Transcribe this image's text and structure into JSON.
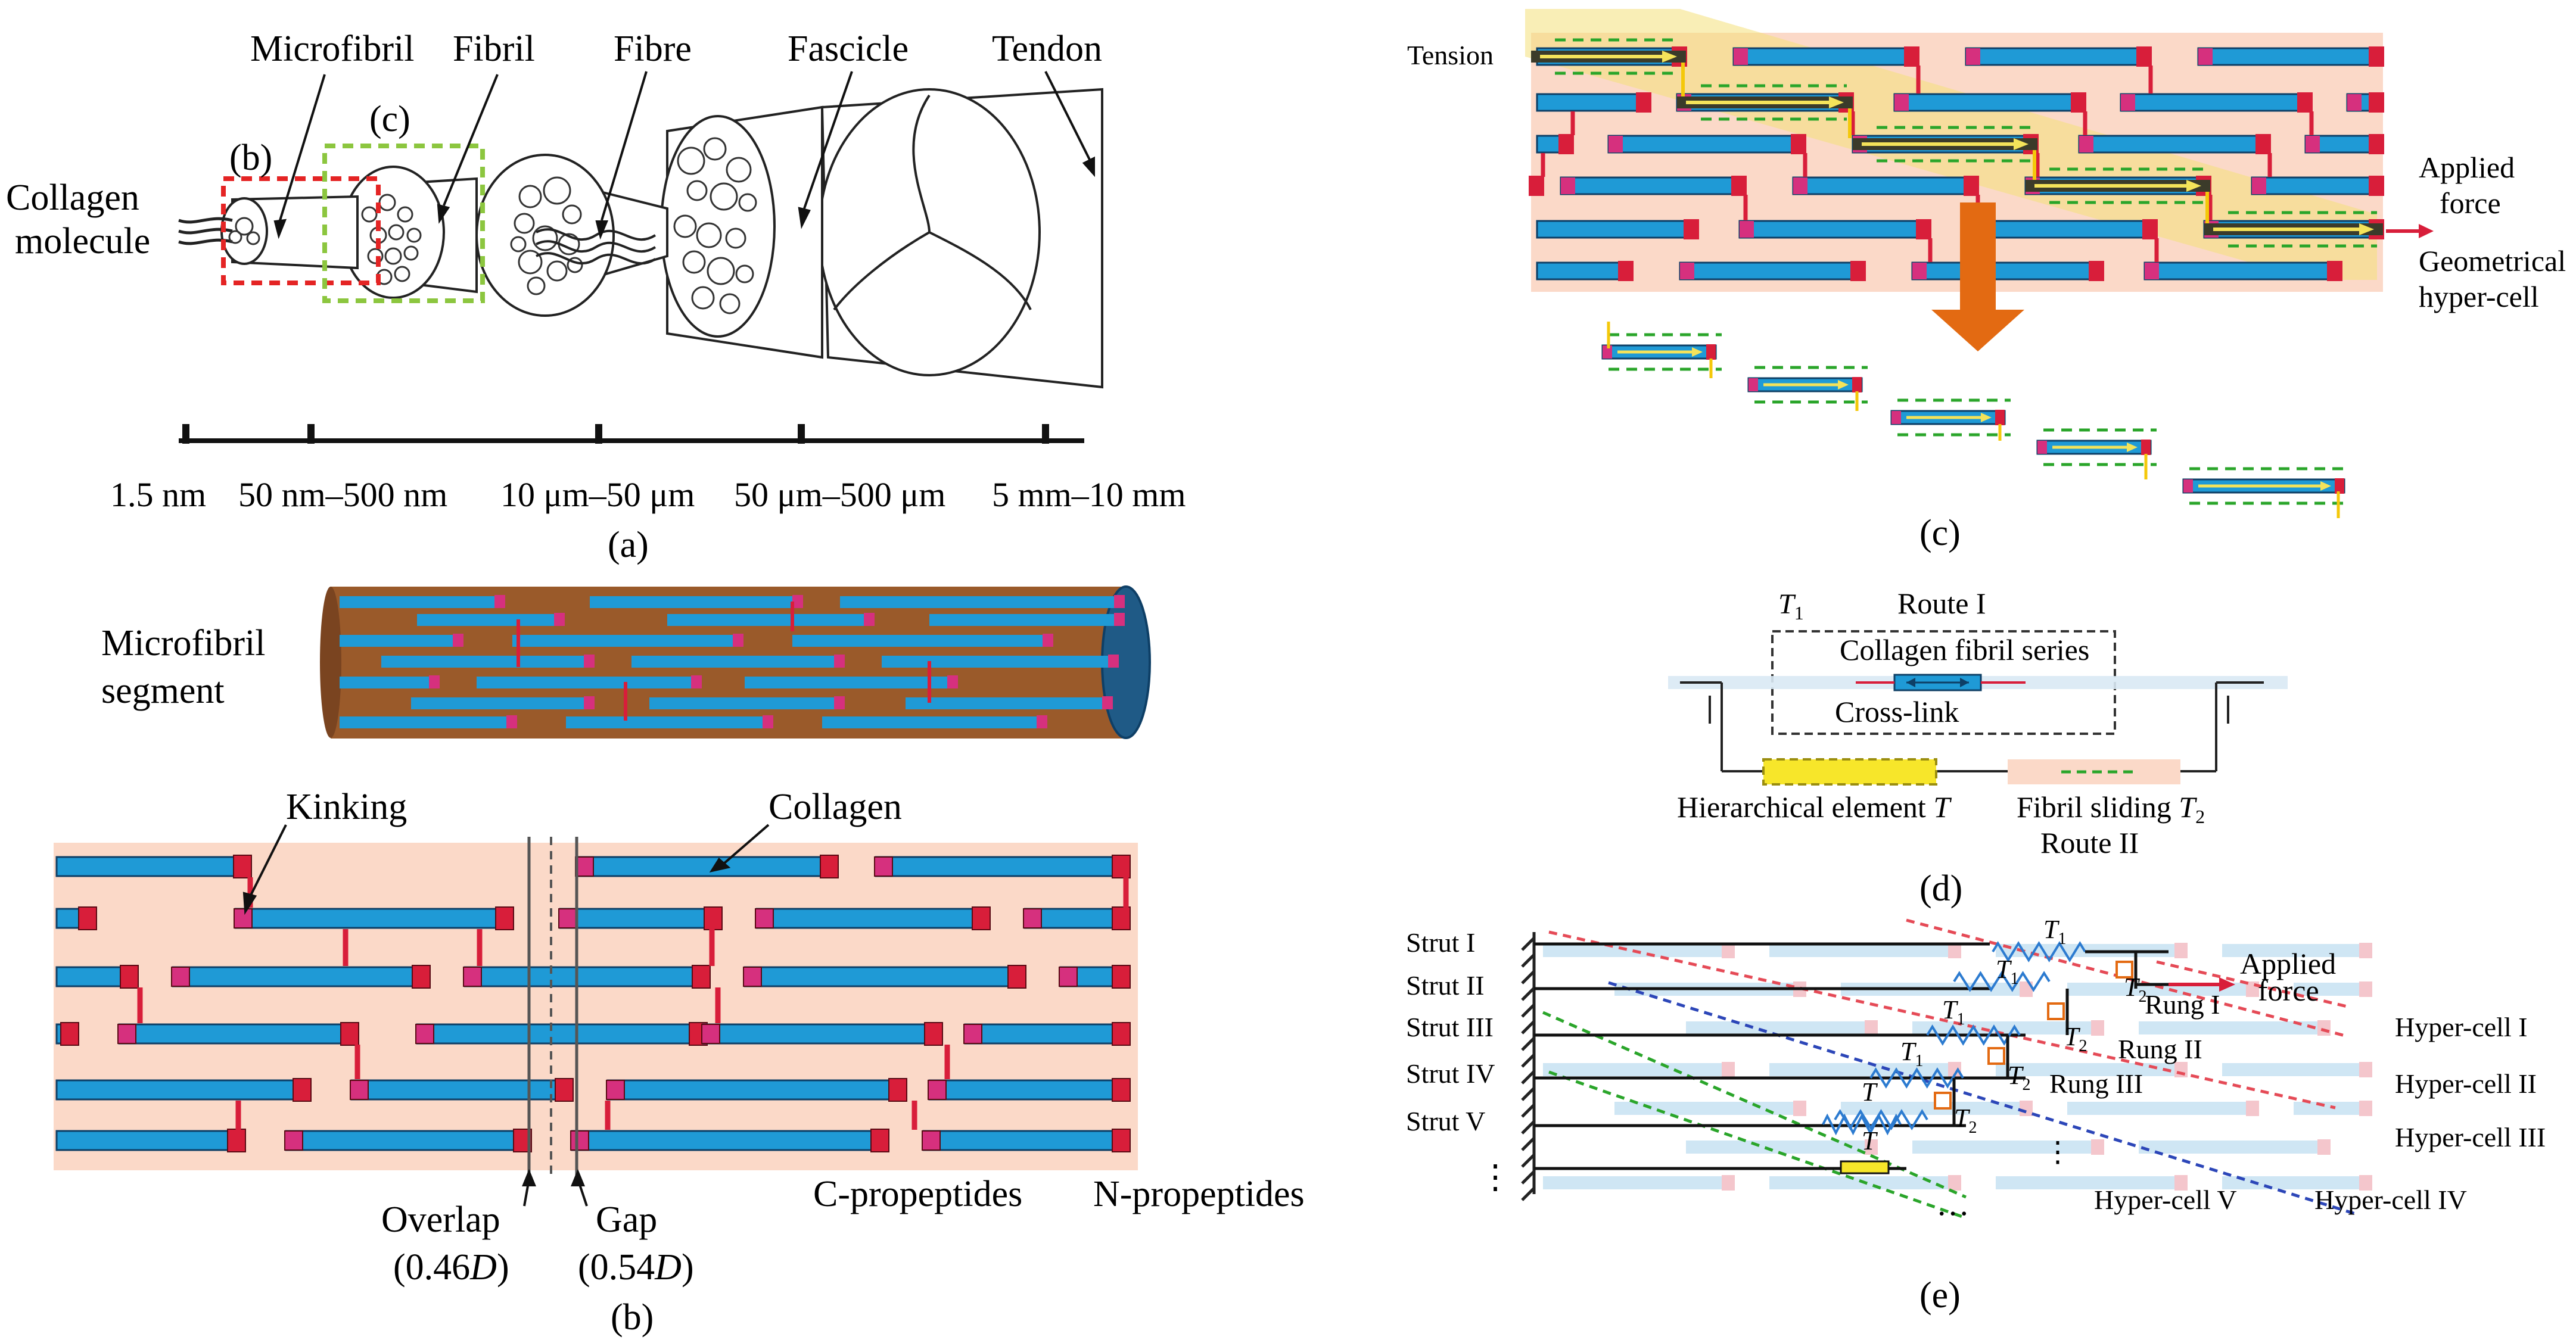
{
  "colors": {
    "collagen": "#1f9ad6",
    "collagen_stroke": "#0e3f66",
    "crosslink": "#d81e3a",
    "kink": "#d6307e",
    "matrix": "#fbd9c8",
    "fibril_brown": "#9a5a2a",
    "yellow_hl": "#f4e07a",
    "orange_arrow": "#e36a12",
    "green_dash": "#2aa52a",
    "red_dash": "#e54a56",
    "blue_dash": "#2c46b8",
    "box_red": "#e42424",
    "box_green": "#8cc63f"
  },
  "panel_a": {
    "title": "(a)",
    "labels": {
      "microfibril": "Microfibril",
      "fibril": "Fibril",
      "fibre": "Fibre",
      "fascicle": "Fascicle",
      "tendon": "Tendon",
      "collagen_1": "Collagen",
      "collagen_2": "molecule",
      "box_b": "(b)",
      "box_c": "(c)"
    },
    "scale_ticks": [
      "1.5 nm",
      "50 nm–500 nm",
      "10 μm–50 μm",
      "50 μm–500 μm",
      "5 mm–10 mm"
    ]
  },
  "panel_b": {
    "title": "(b)",
    "segment_label_1": "Microfibril",
    "segment_label_2": "segment",
    "kinking": "Kinking",
    "collagen": "Collagen",
    "overlap": "Overlap",
    "overlap_val": "(0.46",
    "gap": "Gap",
    "gap_val": "(0.54",
    "D": "D",
    "close_paren": ")",
    "c_propeptides": "C-propeptides",
    "n_propeptides": "N-propeptides"
  },
  "panel_c": {
    "title": "(c)",
    "tension": "Tension",
    "applied_1": "Applied",
    "applied_2": "force",
    "geom_1": "Geometrical",
    "geom_2": "hyper-cell"
  },
  "panel_d": {
    "title": "(d)",
    "T": "T",
    "sub1": "1",
    "sub2": "2",
    "route_1": "Route I",
    "series": "Collagen fibril series",
    "crosslink": "Cross-link",
    "hier": "Hierarchical element ",
    "sliding": "Fibril sliding ",
    "route_2": "Route II"
  },
  "panel_e": {
    "title": "(e)",
    "struts": [
      "Strut I",
      "Strut II",
      "Strut III",
      "Strut IV",
      "Strut V"
    ],
    "vdots": "⋮",
    "hdots": "…",
    "applied_1": "Applied",
    "applied_2": "force",
    "rungs": [
      "Rung I",
      "Rung II",
      "Rung III"
    ],
    "hypercells": [
      "Hyper-cell I",
      "Hyper-cell II",
      "Hyper-cell III",
      "Hyper-cell IV",
      "Hyper-cell V"
    ],
    "T": "T",
    "sub1": "1",
    "sub2": "2"
  }
}
